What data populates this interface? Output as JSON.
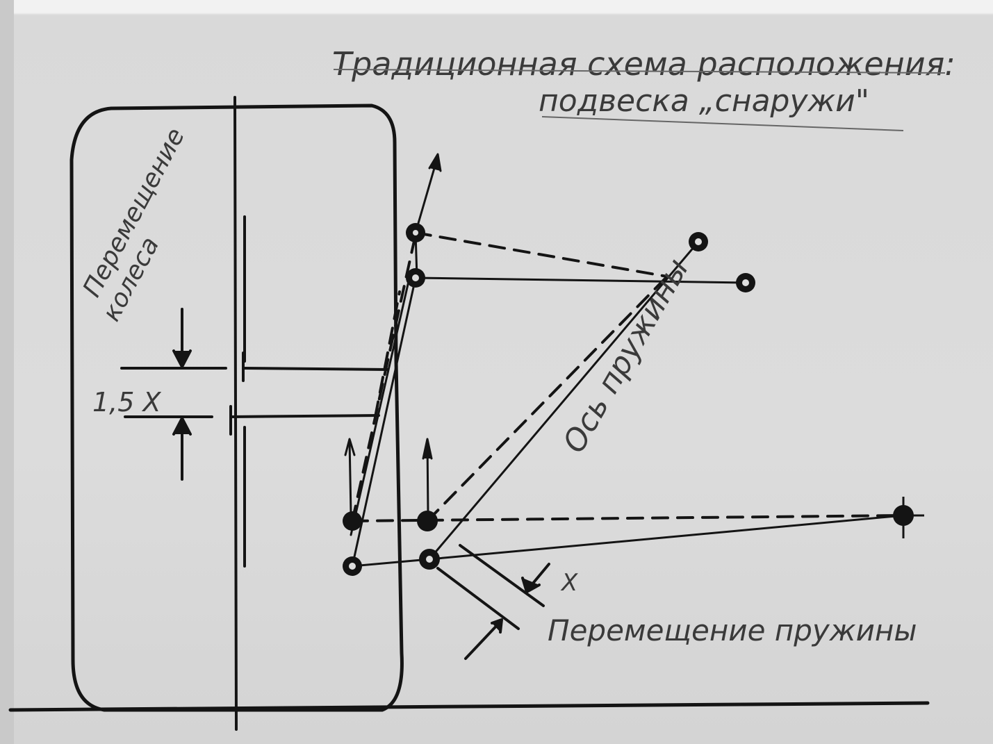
{
  "title": {
    "line1": "Традиционная схема расположения:",
    "line2": "подвеска „снаружи\""
  },
  "labels": {
    "wheel_travel": "Перемещение",
    "wheel_travel_2": "колеса",
    "ratio": "1,5 X",
    "spring_axis": "Ось пружины",
    "spring_travel": "Перемещение пружины",
    "x": "X"
  },
  "colors": {
    "ink": "#141414",
    "paper": "#dcdcdc",
    "pencil": "#3a3a3a"
  }
}
